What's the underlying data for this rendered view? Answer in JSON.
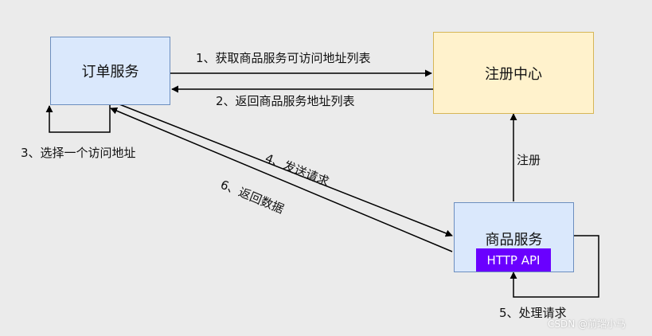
{
  "nodes": {
    "order": {
      "label": "订单服务"
    },
    "registry": {
      "label": "注册中心"
    },
    "product": {
      "label": "商品服务",
      "badge": "HTTP API"
    }
  },
  "edges": {
    "step1": "1、获取商品服务可访问地址列表",
    "step2": "2、返回商品服务地址列表",
    "step3": "3、选择一个访问地址",
    "step4": "4、发送请求",
    "step5": "5、处理请求",
    "step6": "6、返回数据",
    "register": "注册"
  },
  "watermark": "CSDN @前端小马",
  "colors": {
    "background": "#ebebeb",
    "service_fill": "#dae8fc",
    "service_stroke": "#6c8ebf",
    "registry_fill": "#fff2cc",
    "registry_stroke": "#d6b656",
    "badge_fill": "#6a00ff",
    "arrow": "#000000"
  }
}
